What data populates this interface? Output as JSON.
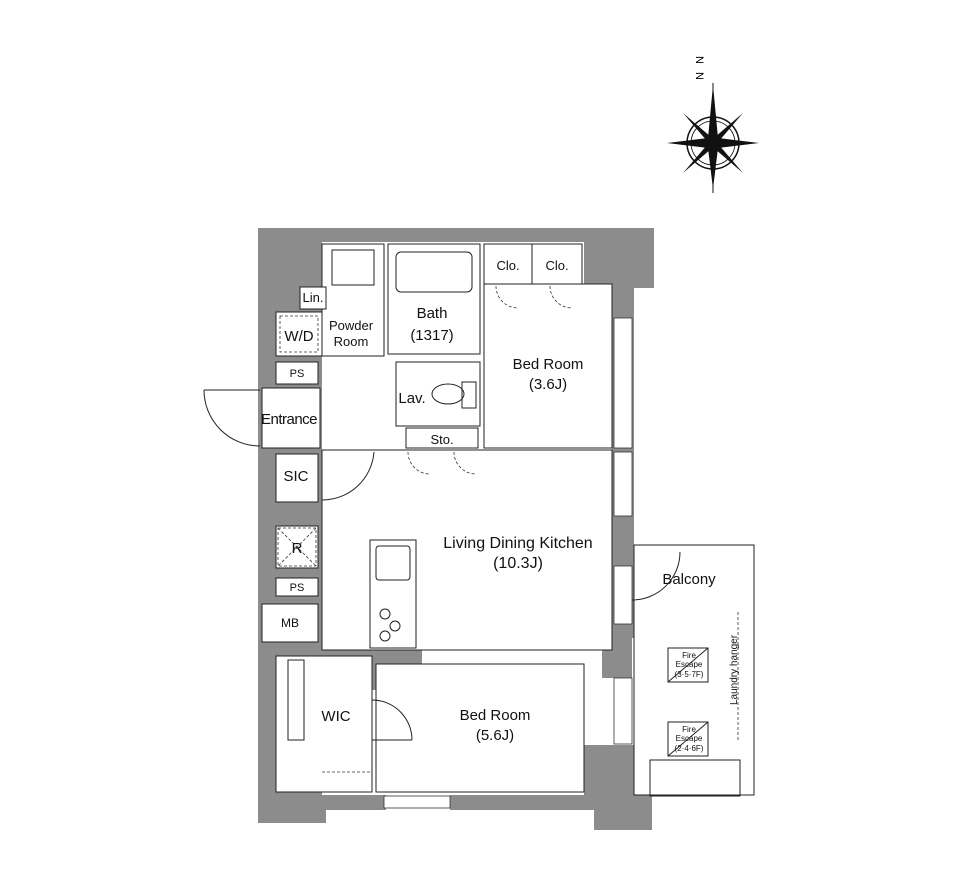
{
  "compass": {
    "north_label": "N"
  },
  "rooms": {
    "closet_1": "Clo.",
    "closet_2": "Clo.",
    "bath": "Bath",
    "bath_size": "(1317)",
    "linen": "Lin.",
    "powder_room_line1": "Powder",
    "powder_room_line2": "Room",
    "washer_dryer": "W/D",
    "bedroom_north": "Bed Room",
    "bedroom_north_size": "(3.6J)",
    "ps_upper": "PS",
    "lavatory": "Lav.",
    "entrance": "Entrance",
    "storage": "Sto.",
    "shoe_closet": "SIC",
    "refrigerator": "R",
    "ldk": "Living Dining Kitchen",
    "ldk_size": "(10.3J)",
    "ps_lower": "PS",
    "balcony": "Balcony",
    "meter_box": "MB",
    "fire_escape_1_line1": "Fire",
    "fire_escape_1_line2": "Escape",
    "fire_escape_1_floors": "(3·5·7F)",
    "laundry_hanger": "Laundry hanger",
    "wic": "WIC",
    "bedroom_south": "Bed Room",
    "bedroom_south_size": "(5.6J)",
    "fire_escape_2_line1": "Fire",
    "fire_escape_2_line2": "Escape",
    "fire_escape_2_floors": "(2·4·6F)"
  }
}
